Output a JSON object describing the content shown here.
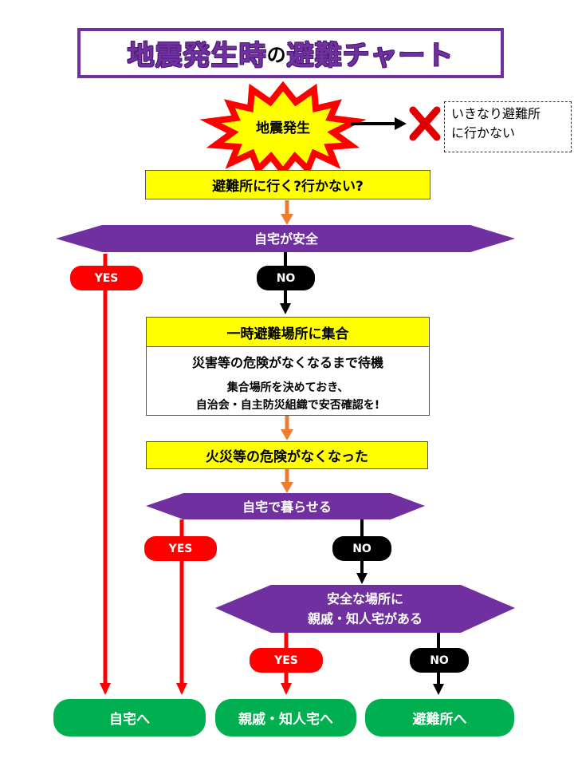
{
  "title": {
    "part1": "地震発生時",
    "particle": "の",
    "part2": "避難チャート"
  },
  "start": {
    "burst_label": "地震発生",
    "note_line1": "いきなり避難所",
    "note_line2": "に行かない"
  },
  "q1": {
    "label": "避難所に行く?行かない?"
  },
  "d1": {
    "label": "自宅が安全",
    "yes": "YES",
    "no": "NO"
  },
  "gather": {
    "header": "一時避難場所に集合",
    "line1": "災害等の危険がなくなるまで待機",
    "line2": "集合場所を決めておき、",
    "line3": "自治会・自主防災組織で安否確認を!"
  },
  "q2": {
    "label": "火災等の危険がなくなった"
  },
  "d2": {
    "label": "自宅で暮らせる",
    "yes": "YES",
    "no": "NO"
  },
  "d3": {
    "line1": "安全な場所に",
    "line2": "親戚・知人宅がある",
    "yes": "YES",
    "no": "NO"
  },
  "ends": {
    "home": "自宅へ",
    "relatives": "親戚・知人宅へ",
    "shelter": "避難所へ"
  },
  "colors": {
    "purple": "#7030a0",
    "yellow": "#ffff00",
    "red": "#ff0000",
    "green": "#00b050",
    "orange": "#ed7d31",
    "black": "#000000"
  }
}
